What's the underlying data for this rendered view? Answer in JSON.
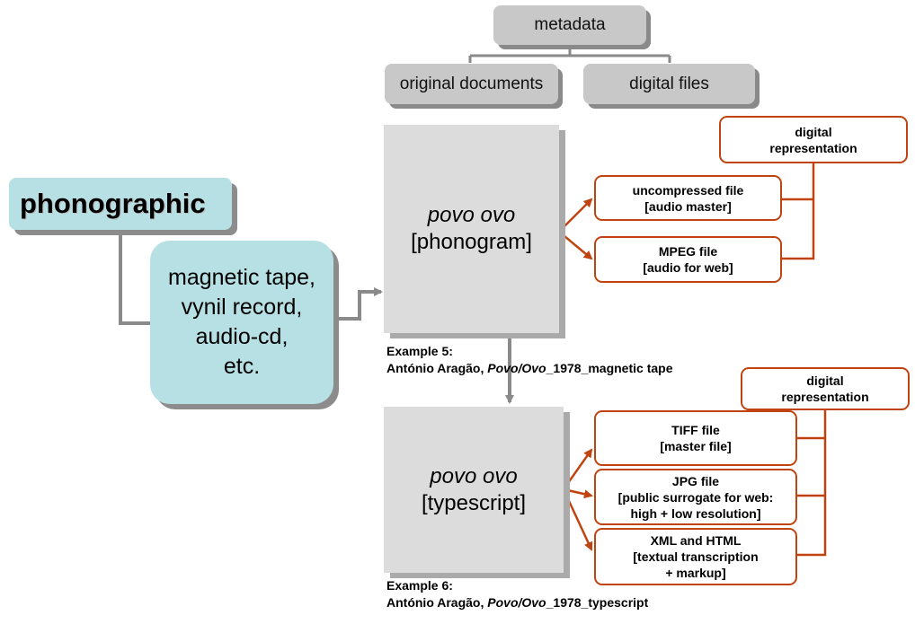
{
  "metadata": {
    "root": "metadata",
    "children": [
      "original documents",
      "digital files"
    ]
  },
  "source": {
    "title": "phonographic",
    "media": [
      "magnetic tape,",
      "vynil record,",
      "audio-cd,",
      "etc."
    ]
  },
  "example5": {
    "box_title": "povo ovo",
    "box_subtitle": "[phonogram]",
    "digital_representation_label": [
      "digital",
      "representation"
    ],
    "files": [
      {
        "lines": [
          "uncompressed  file",
          "[audio master]"
        ]
      },
      {
        "lines": [
          "MPEG file",
          "[audio for web]"
        ]
      }
    ],
    "caption_line1": "Example 5:",
    "caption_line2_prefix": "António Aragão, ",
    "caption_line2_italic": "Povo/Ovo",
    "caption_line2_suffix": "_1978_magnetic  tape"
  },
  "example6": {
    "box_title": "povo ovo",
    "box_subtitle": "[typescript]",
    "digital_representation_label": [
      "digital",
      "representation"
    ],
    "files": [
      {
        "lines": [
          "TIFF file",
          "[master file]"
        ]
      },
      {
        "lines": [
          "JPG file",
          "[public surrogate for web:",
          "high + low resolution]"
        ]
      },
      {
        "lines": [
          "XML and HTML",
          "[textual transcription",
          "+ markup]"
        ]
      }
    ],
    "caption_line1": "Example 6:",
    "caption_line2_prefix": "António Aragão, ",
    "caption_line2_italic": "Povo/Ovo",
    "caption_line2_suffix": "_1978_typescript"
  },
  "colors": {
    "orange": "#c0440f",
    "teal": "#b7e0e4",
    "gray": "#c8c8c8",
    "connector": "#8a8a8a"
  }
}
